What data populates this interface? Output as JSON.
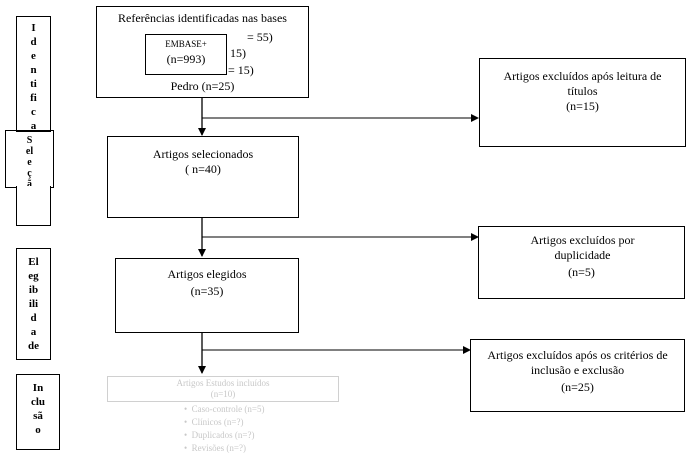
{
  "stages": {
    "identificacao": "I\nd\ne\nn\nti\nfi\nc\na",
    "selecao": "S\nel\ne\nç\nã\no",
    "elegibilidade": "El\neg\nib\nili\nd\na\nde",
    "inclusao": "In\nclu\nsã\no"
  },
  "identified": {
    "title": "Referências identificadas nas bases",
    "line1": "= 55)",
    "line2": "15)",
    "line3": "= 15)",
    "pedro": "Pedro (n=25)"
  },
  "embase": {
    "label": "EMBASE+",
    "count": "(n=993)"
  },
  "selected": {
    "title": "Artigos selecionados",
    "count": "( n=40)"
  },
  "eligible": {
    "title": "Artigos elegidos",
    "count": "(n=35)"
  },
  "excluded_titles": {
    "text": "Artigos excluídos após leitura de títulos",
    "count": "(n=15)"
  },
  "excluded_duplicates": {
    "text": "Artigos excluídos por duplicidade",
    "count": "(n=5)"
  },
  "excluded_criteria": {
    "text": "Artigos excluídos após os critérios de inclusão e exclusão",
    "count": "(n=25)"
  },
  "included": {
    "title": "Artigos Estudos incluídos",
    "count": "(n=10)",
    "bullets": [
      "Caso-controle (n=5)",
      "Clínicos (n=?)",
      "Duplicados (n=?)",
      "Revisões (n=?)"
    ]
  },
  "colors": {
    "line": "#000000",
    "faded": "#c8c8c8"
  }
}
